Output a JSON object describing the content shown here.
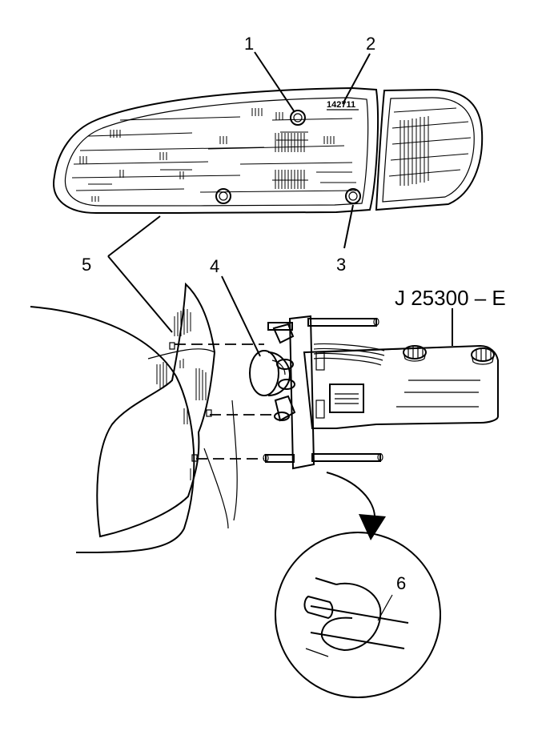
{
  "figure": {
    "tool_label": "J 25300 – E",
    "part_number": "142711",
    "callouts": [
      {
        "id": "1",
        "text": "1"
      },
      {
        "id": "2",
        "text": "2"
      },
      {
        "id": "3",
        "text": "3"
      },
      {
        "id": "4",
        "text": "4"
      },
      {
        "id": "5",
        "text": "5"
      },
      {
        "id": "6",
        "text": "6"
      }
    ]
  },
  "colors": {
    "line": "#000000",
    "lens_fill": "#f4f4f4",
    "tool_fill": "#d6d6d6",
    "background": "#ffffff"
  }
}
